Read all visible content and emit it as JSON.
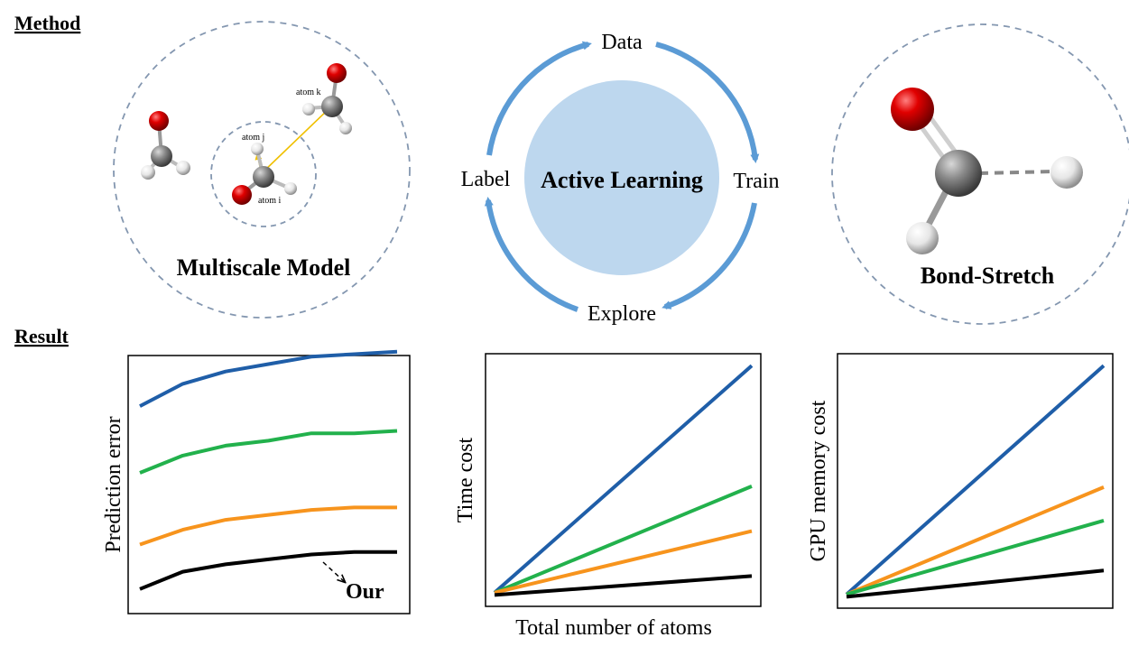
{
  "method_heading": "Method",
  "result_heading": "Result",
  "multiscale": {
    "title": "Multiscale Model",
    "atom_i": "atom i",
    "atom_j": "atom j",
    "atom_k": "atom k"
  },
  "cycle": {
    "center": "Active Learning",
    "data": "Data",
    "train": "Train",
    "explore": "Explore",
    "label": "Label"
  },
  "bond": {
    "title": "Bond-Stretch"
  },
  "colors": {
    "blue": "#1f5ea8",
    "green": "#22b14c",
    "orange": "#f7941d",
    "black": "#000000",
    "cycle_arrow": "#5b9bd5",
    "cycle_fill": "#bdd7ee",
    "dash": "#8497b0"
  },
  "chart_data": [
    {
      "type": "line",
      "ylabel": "Prediction error",
      "xlabel": "",
      "annotation": "Our",
      "x": [
        0,
        1,
        2,
        3,
        4,
        5,
        6
      ],
      "series": [
        {
          "color": "blue",
          "values": [
            0.81,
            0.9,
            0.95,
            0.98,
            1.01,
            1.02,
            1.03
          ]
        },
        {
          "color": "green",
          "values": [
            0.54,
            0.61,
            0.65,
            0.67,
            0.7,
            0.7,
            0.71
          ]
        },
        {
          "color": "orange",
          "values": [
            0.25,
            0.31,
            0.35,
            0.37,
            0.39,
            0.4,
            0.4
          ]
        },
        {
          "color": "black",
          "values": [
            0.07,
            0.14,
            0.17,
            0.19,
            0.21,
            0.22,
            0.22
          ]
        }
      ]
    },
    {
      "type": "line",
      "ylabel": "Time cost",
      "xlabel": "Total number of atoms",
      "x": [
        0,
        1
      ],
      "series": [
        {
          "color": "blue",
          "values": [
            0.02,
            0.98
          ]
        },
        {
          "color": "green",
          "values": [
            0.02,
            0.47
          ]
        },
        {
          "color": "orange",
          "values": [
            0.02,
            0.28
          ]
        },
        {
          "color": "black",
          "values": [
            0.01,
            0.09
          ]
        }
      ]
    },
    {
      "type": "line",
      "ylabel": "GPU memory cost",
      "xlabel": "",
      "x": [
        0,
        1
      ],
      "series": [
        {
          "color": "blue",
          "values": [
            0.02,
            0.98
          ]
        },
        {
          "color": "orange",
          "values": [
            0.02,
            0.47
          ]
        },
        {
          "color": "green",
          "values": [
            0.02,
            0.33
          ]
        },
        {
          "color": "black",
          "values": [
            0.01,
            0.12
          ]
        }
      ]
    }
  ]
}
